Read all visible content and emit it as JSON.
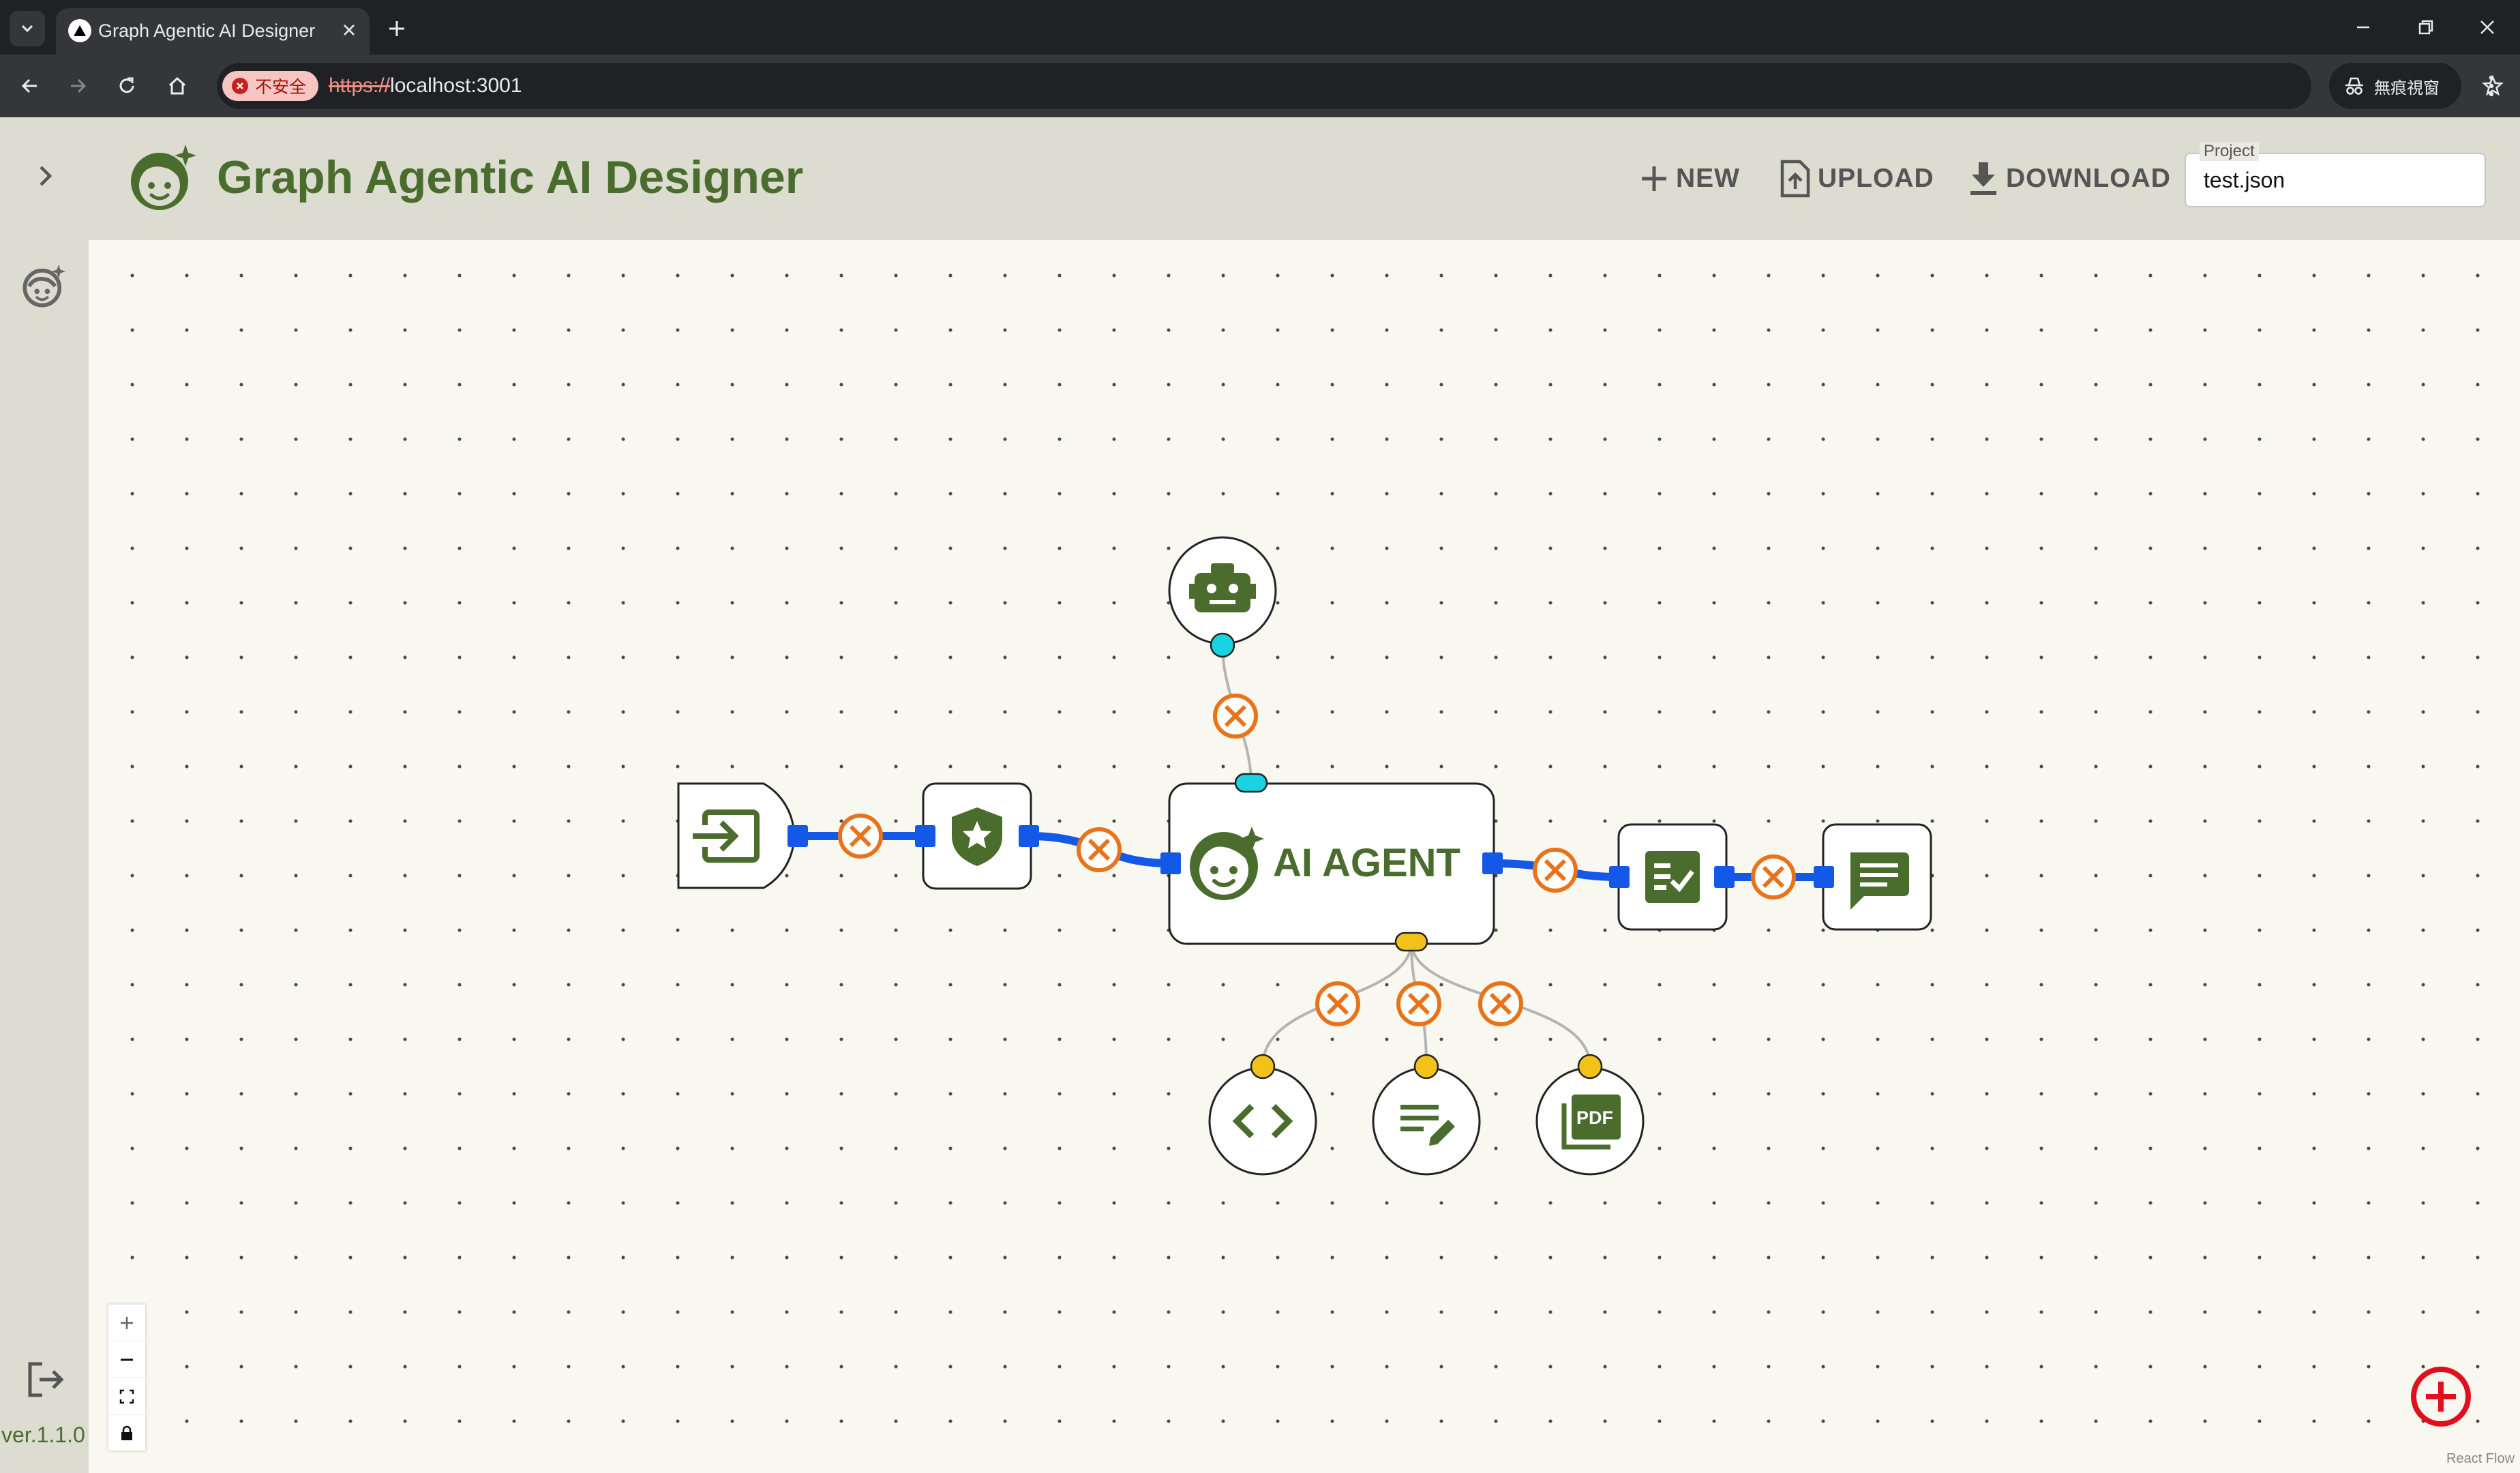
{
  "browser": {
    "tab_title": "Graph Agentic AI Designer",
    "security_label": "不安全",
    "url_scheme": "https://",
    "url_host": "localhost:3001",
    "incognito_label": "無痕視窗"
  },
  "header": {
    "title": "Graph Agentic AI Designer",
    "new_label": "NEW",
    "upload_label": "UPLOAD",
    "download_label": "DOWNLOAD",
    "project_label": "Project",
    "project_value": "test.json"
  },
  "sidebar": {
    "version": "ver.1.1.0"
  },
  "graph": {
    "agent_label": "AI AGENT",
    "nodes": [
      "input",
      "guardrail",
      "ai-agent",
      "model",
      "output-check",
      "chat-output",
      "code-tool",
      "text-edit-tool",
      "pdf-tool"
    ],
    "connection_colors": {
      "main": "#1458e8",
      "model": "#19d3e0",
      "tools": "#f2c21b",
      "delete": "#e8731a"
    }
  },
  "footer": {
    "attribution": "React Flow"
  },
  "colors": {
    "brand_green": "#4a6d2e",
    "header_bg": "#dcdcd0",
    "canvas_bg": "#f8f8f1",
    "fab_red": "#e0101e"
  }
}
